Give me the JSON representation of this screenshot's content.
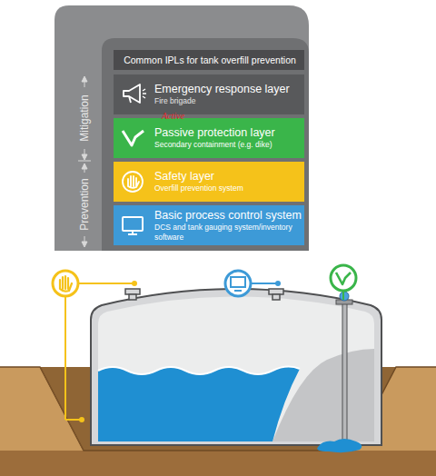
{
  "diagram": {
    "nodes": [
      {
        "text": [
          "Common IPLs for tank overfill prevention"
        ]
      },
      {
        "text": [
          "Emergency response layer",
          "Fire brigade"
        ]
      },
      {
        "text": [
          "Passive protection layer",
          "Secondary containment (e.g. dike)"
        ]
      },
      {
        "text": [
          "Safety layer",
          "Overfill prevention system"
        ]
      },
      {
        "text": [
          "Basic process control system",
          "DCS and tank gauging system/inventory software"
        ]
      }
    ],
    "labels": [
      "Active",
      "Mitigation",
      "Prevention"
    ]
  }
}
